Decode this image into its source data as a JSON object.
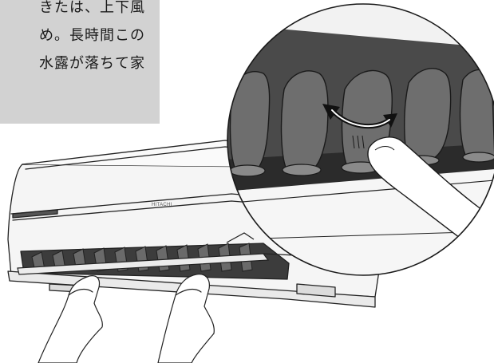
{
  "note": {
    "lines": [
      "きたは、上下風",
      "め。長時間この",
      "水露が落ちて家"
    ]
  },
  "unit": {
    "brand": "HITACHI"
  },
  "icons": {
    "swing_arrow": "double-headed-curved-arrow-icon"
  },
  "colors": {
    "note_background": "#d2d2d2",
    "unit_body": "#f4f4f4",
    "louver_dark": "#5a5a5a",
    "inside_dark": "#3c3c3c",
    "outline": "#222222"
  }
}
